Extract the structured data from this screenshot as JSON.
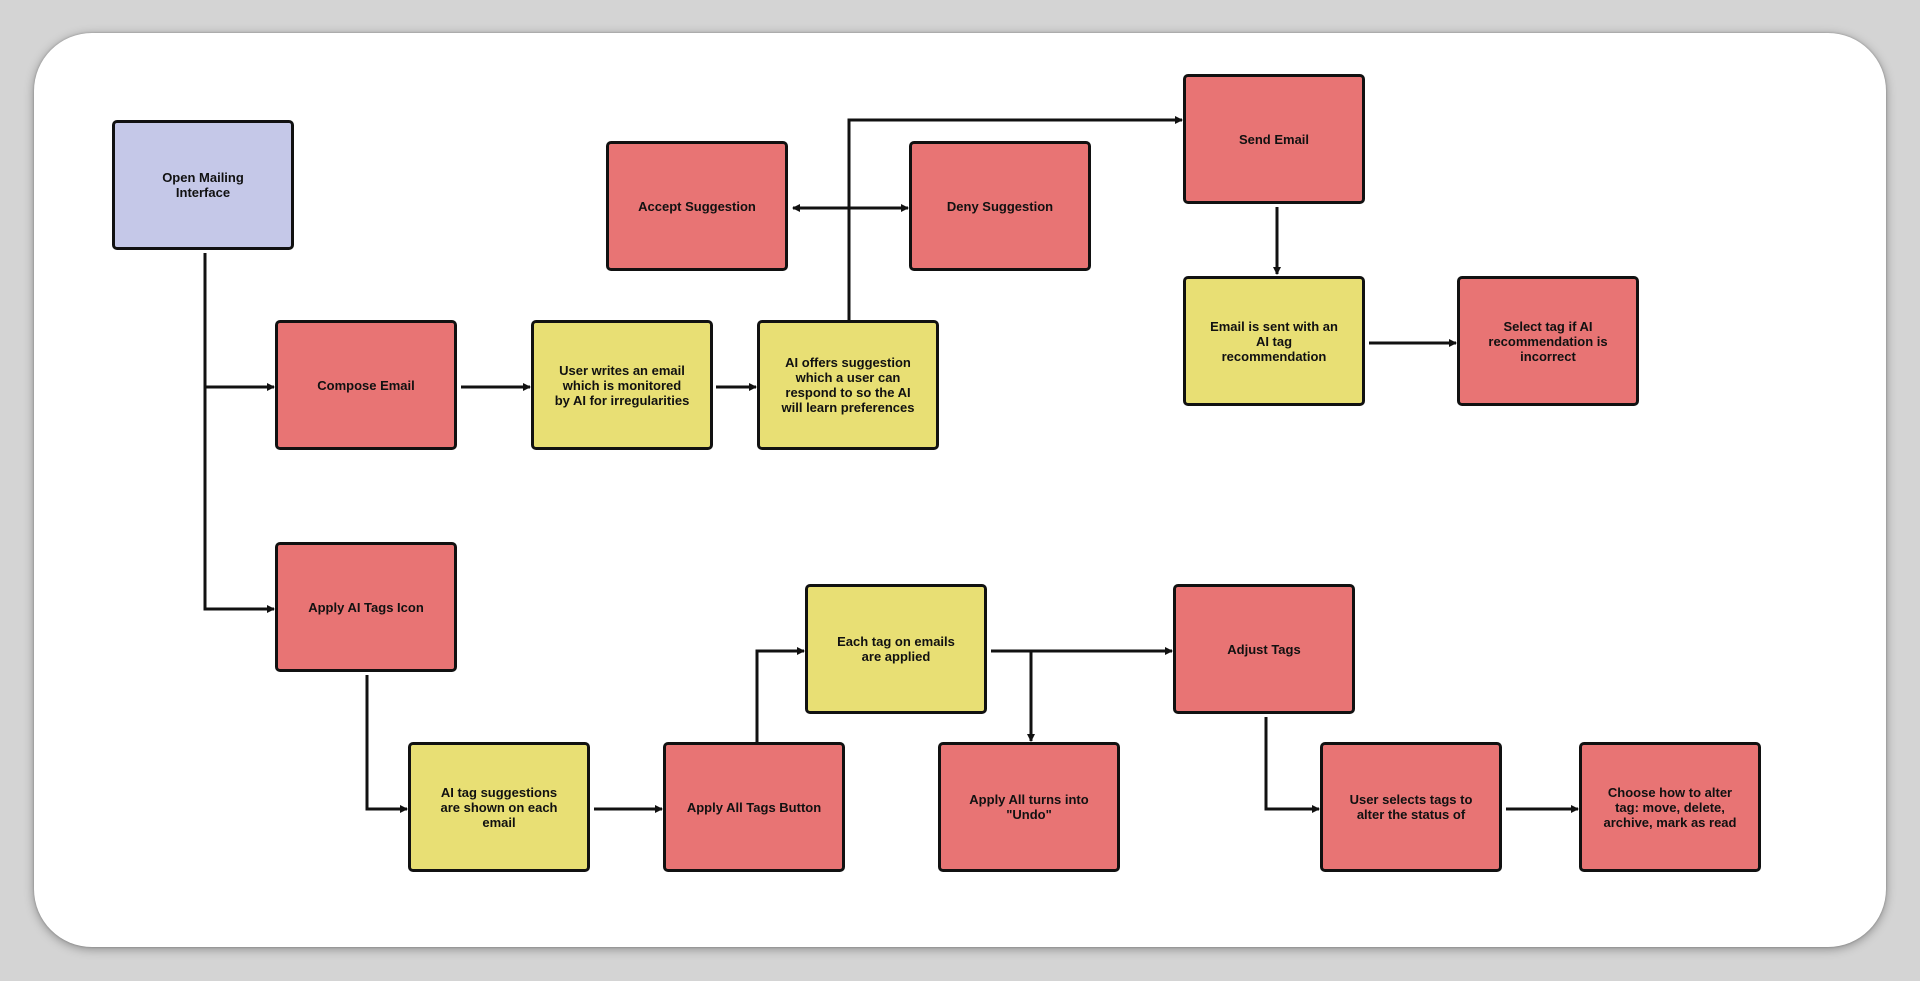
{
  "colors": {
    "start": "#c5c8e8",
    "action": "#e87474",
    "process": "#e8df74",
    "stroke": "#111111"
  },
  "nodes": {
    "open_mailing": "Open Mailing Interface",
    "compose_email": "Compose Email",
    "user_writes": "User writes an email which is monitored by AI for irregularities",
    "ai_offers": "AI offers suggestion which a user can respond to so the AI will learn preferences",
    "accept_suggestion": "Accept Suggestion",
    "deny_suggestion": "Deny Suggestion",
    "send_email": "Send Email",
    "email_sent": "Email is sent with an AI tag recommendation",
    "select_tag": "Select tag if AI recommendation is incorrect",
    "apply_ai_tags_icon": "Apply AI Tags Icon",
    "ai_tag_suggestions": "AI tag suggestions are shown on each email",
    "apply_all_tags_button": "Apply All Tags Button",
    "each_tag_applied": "Each tag on emails are applied",
    "apply_all_undo": "Apply All turns into \"Undo\"",
    "adjust_tags": "Adjust Tags",
    "user_selects_tags": "User selects tags to alter the status of",
    "choose_alter": "Choose how to alter tag: move, delete, archive, mark as read"
  }
}
